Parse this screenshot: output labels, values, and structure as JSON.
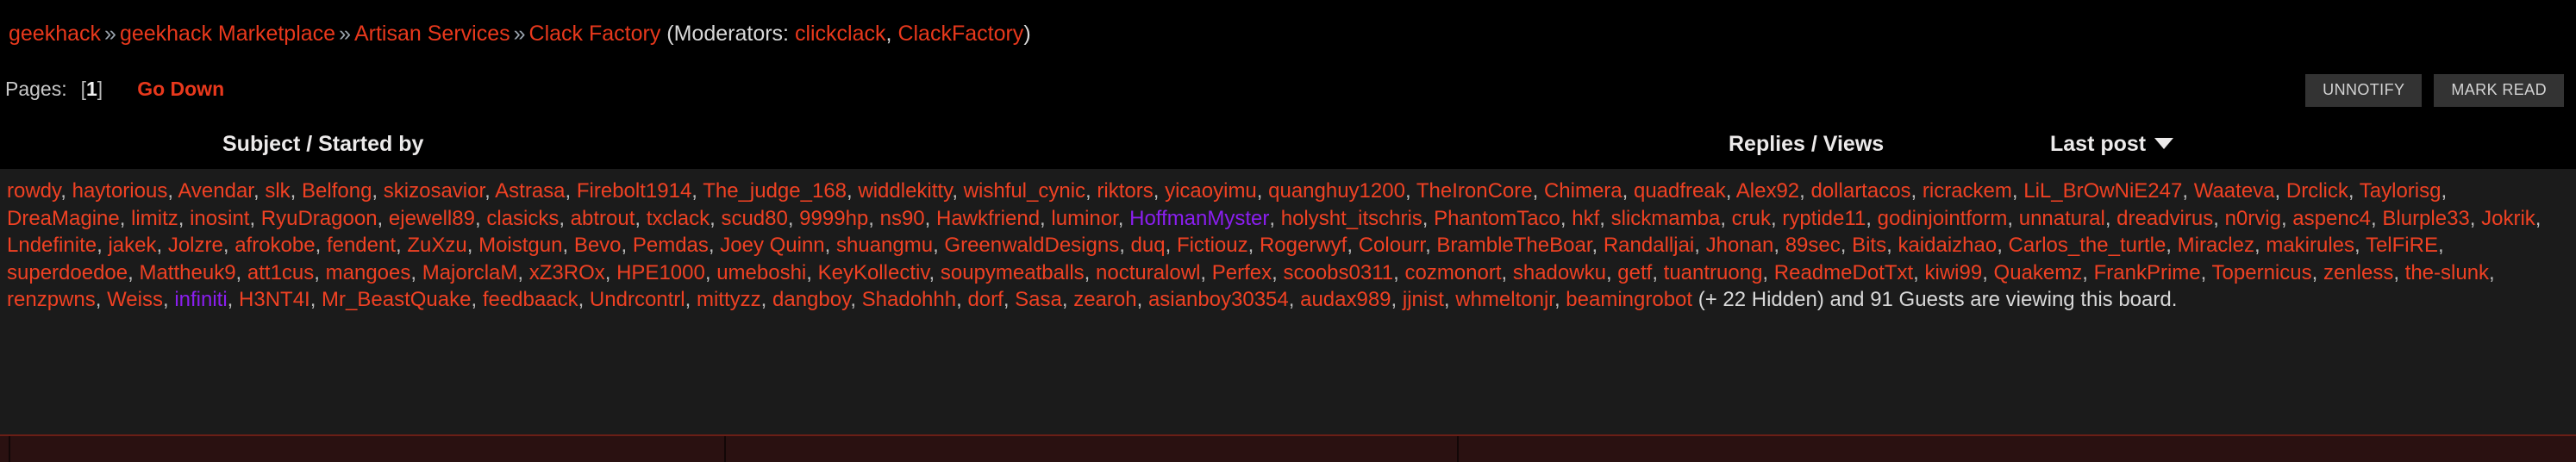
{
  "colors": {
    "link": "#ef4123",
    "staff_link": "#8b1ef0",
    "text": "#d8d8d8",
    "page_bg": "#000000",
    "users_bg": "#1b1b1b",
    "button_bg": "#333333"
  },
  "breadcrumb": {
    "items": [
      {
        "label": "geekhack",
        "type": "link"
      },
      {
        "label": "geekhack Marketplace",
        "type": "link"
      },
      {
        "label": "Artisan Services",
        "type": "link"
      },
      {
        "label": "Clack Factory",
        "type": "link"
      }
    ],
    "separator": "»",
    "moderators_prefix": "(Moderators:",
    "moderators": [
      "clickclack",
      "ClackFactory"
    ],
    "moderators_suffix": ")"
  },
  "pages_bar": {
    "pages_label": "Pages:",
    "page_open": "[",
    "page_current": "1",
    "page_close": "]",
    "go_down_label": "Go Down",
    "unnotify_label": "UNNOTIFY",
    "mark_read_label": "MARK READ"
  },
  "table_header": {
    "subject": "Subject / Started by",
    "replies_views": "Replies / Views",
    "last_post": "Last post",
    "sort_caret": "▼"
  },
  "users_viewing": {
    "users": [
      {
        "name": "rowdy",
        "staff": false
      },
      {
        "name": "haytorious",
        "staff": false
      },
      {
        "name": "Avendar",
        "staff": false
      },
      {
        "name": "slk",
        "staff": false
      },
      {
        "name": "Belfong",
        "staff": false
      },
      {
        "name": "skizosavior",
        "staff": false
      },
      {
        "name": "Astrasa",
        "staff": false
      },
      {
        "name": "Firebolt1914",
        "staff": false
      },
      {
        "name": "The_judge_168",
        "staff": false
      },
      {
        "name": "widdlekitty",
        "staff": false
      },
      {
        "name": "wishful_cynic",
        "staff": false
      },
      {
        "name": "riktors",
        "staff": false
      },
      {
        "name": "yicaoyimu",
        "staff": false
      },
      {
        "name": "quanghuy1200",
        "staff": false
      },
      {
        "name": "TheIronCore",
        "staff": false
      },
      {
        "name": "Chimera",
        "staff": false
      },
      {
        "name": "quadfreak",
        "staff": false
      },
      {
        "name": "Alex92",
        "staff": false
      },
      {
        "name": "dollartacos",
        "staff": false
      },
      {
        "name": "ricrackem",
        "staff": false
      },
      {
        "name": "LiL_BrOwNiE247",
        "staff": false
      },
      {
        "name": "Waateva",
        "staff": false
      },
      {
        "name": "Drclick",
        "staff": false
      },
      {
        "name": "Taylorisg",
        "staff": false
      },
      {
        "name": "DreaMagine",
        "staff": false
      },
      {
        "name": "limitz",
        "staff": false
      },
      {
        "name": "inosint",
        "staff": false
      },
      {
        "name": "RyuDragoon",
        "staff": false
      },
      {
        "name": "ejewell89",
        "staff": false
      },
      {
        "name": "clasicks",
        "staff": false
      },
      {
        "name": "abtrout",
        "staff": false
      },
      {
        "name": "txclack",
        "staff": false
      },
      {
        "name": "scud80",
        "staff": false
      },
      {
        "name": "9999hp",
        "staff": false
      },
      {
        "name": "ns90",
        "staff": false
      },
      {
        "name": "Hawkfriend",
        "staff": false
      },
      {
        "name": "luminor",
        "staff": false
      },
      {
        "name": "HoffmanMyster",
        "staff": true
      },
      {
        "name": "holysht_itschris",
        "staff": false
      },
      {
        "name": "PhantomTaco",
        "staff": false
      },
      {
        "name": "hkf",
        "staff": false
      },
      {
        "name": "slickmamba",
        "staff": false
      },
      {
        "name": "cruk",
        "staff": false
      },
      {
        "name": "ryptide11",
        "staff": false
      },
      {
        "name": "godinjointform",
        "staff": false
      },
      {
        "name": "unnatural",
        "staff": false
      },
      {
        "name": "dreadvirus",
        "staff": false
      },
      {
        "name": "n0rvig",
        "staff": false
      },
      {
        "name": "aspenc4",
        "staff": false
      },
      {
        "name": "Blurple33",
        "staff": false
      },
      {
        "name": "Jokrik",
        "staff": false
      },
      {
        "name": "Lndefinite",
        "staff": false
      },
      {
        "name": "jakek",
        "staff": false
      },
      {
        "name": "Jolzre",
        "staff": false
      },
      {
        "name": "afrokobe",
        "staff": false
      },
      {
        "name": "fendent",
        "staff": false
      },
      {
        "name": "ZuXzu",
        "staff": false
      },
      {
        "name": "Moistgun",
        "staff": false
      },
      {
        "name": "Bevo",
        "staff": false
      },
      {
        "name": "Pemdas",
        "staff": false
      },
      {
        "name": "Joey Quinn",
        "staff": false
      },
      {
        "name": "shuangmu",
        "staff": false
      },
      {
        "name": "GreenwaldDesigns",
        "staff": false
      },
      {
        "name": "duq",
        "staff": false
      },
      {
        "name": "Fictiouz",
        "staff": false
      },
      {
        "name": "Rogerwyf",
        "staff": false
      },
      {
        "name": "Colourr",
        "staff": false
      },
      {
        "name": "BrambleTheBoar",
        "staff": false
      },
      {
        "name": "Randalljai",
        "staff": false
      },
      {
        "name": "Jhonan",
        "staff": false
      },
      {
        "name": "89sec",
        "staff": false
      },
      {
        "name": "Bits",
        "staff": false
      },
      {
        "name": "kaidaizhao",
        "staff": false
      },
      {
        "name": "Carlos_the_turtle",
        "staff": false
      },
      {
        "name": "Miraclez",
        "staff": false
      },
      {
        "name": "makirules",
        "staff": false
      },
      {
        "name": "TelFiRE",
        "staff": false
      },
      {
        "name": "superdoedoe",
        "staff": false
      },
      {
        "name": "Mattheuk9",
        "staff": false
      },
      {
        "name": "att1cus",
        "staff": false
      },
      {
        "name": "mangoes",
        "staff": false
      },
      {
        "name": "MajorclaM",
        "staff": false
      },
      {
        "name": "xZ3ROx",
        "staff": false
      },
      {
        "name": "HPE1000",
        "staff": false
      },
      {
        "name": "umeboshi",
        "staff": false
      },
      {
        "name": "KeyKollectiv",
        "staff": false
      },
      {
        "name": "soupymeatballs",
        "staff": false
      },
      {
        "name": "nocturalowl",
        "staff": false
      },
      {
        "name": "Perfex",
        "staff": false
      },
      {
        "name": "scoobs0311",
        "staff": false
      },
      {
        "name": "cozmonort",
        "staff": false
      },
      {
        "name": "shadowku",
        "staff": false
      },
      {
        "name": "getf",
        "staff": false
      },
      {
        "name": "tuantruong",
        "staff": false
      },
      {
        "name": "ReadmeDotTxt",
        "staff": false
      },
      {
        "name": "kiwi99",
        "staff": false
      },
      {
        "name": "Quakemz",
        "staff": false
      },
      {
        "name": "FrankPrime",
        "staff": false
      },
      {
        "name": "Topernicus",
        "staff": false
      },
      {
        "name": "zenless",
        "staff": false
      },
      {
        "name": "the-slunk",
        "staff": false
      },
      {
        "name": "renzpwns",
        "staff": false
      },
      {
        "name": "Weiss",
        "staff": false
      },
      {
        "name": "infiniti",
        "staff": true
      },
      {
        "name": "H3NT4I",
        "staff": false
      },
      {
        "name": "Mr_BeastQuake",
        "staff": false
      },
      {
        "name": "feedbaack",
        "staff": false
      },
      {
        "name": "Undrcontrl",
        "staff": false
      },
      {
        "name": "mittyzz",
        "staff": false
      },
      {
        "name": "dangboy",
        "staff": false
      },
      {
        "name": "Shadohhh",
        "staff": false
      },
      {
        "name": "dorf",
        "staff": false
      },
      {
        "name": "Sasa",
        "staff": false
      },
      {
        "name": "zearoh",
        "staff": false
      },
      {
        "name": "asianboy30354",
        "staff": false
      },
      {
        "name": "audax989",
        "staff": false
      },
      {
        "name": "jjnist",
        "staff": false
      },
      {
        "name": "whmeltonjr",
        "staff": false
      },
      {
        "name": "beamingrobot",
        "staff": false
      }
    ],
    "hidden_count_text": "(+ 22 Hidden)",
    "guests_text": "and 91 Guests are viewing this board.",
    "separator": ", "
  }
}
